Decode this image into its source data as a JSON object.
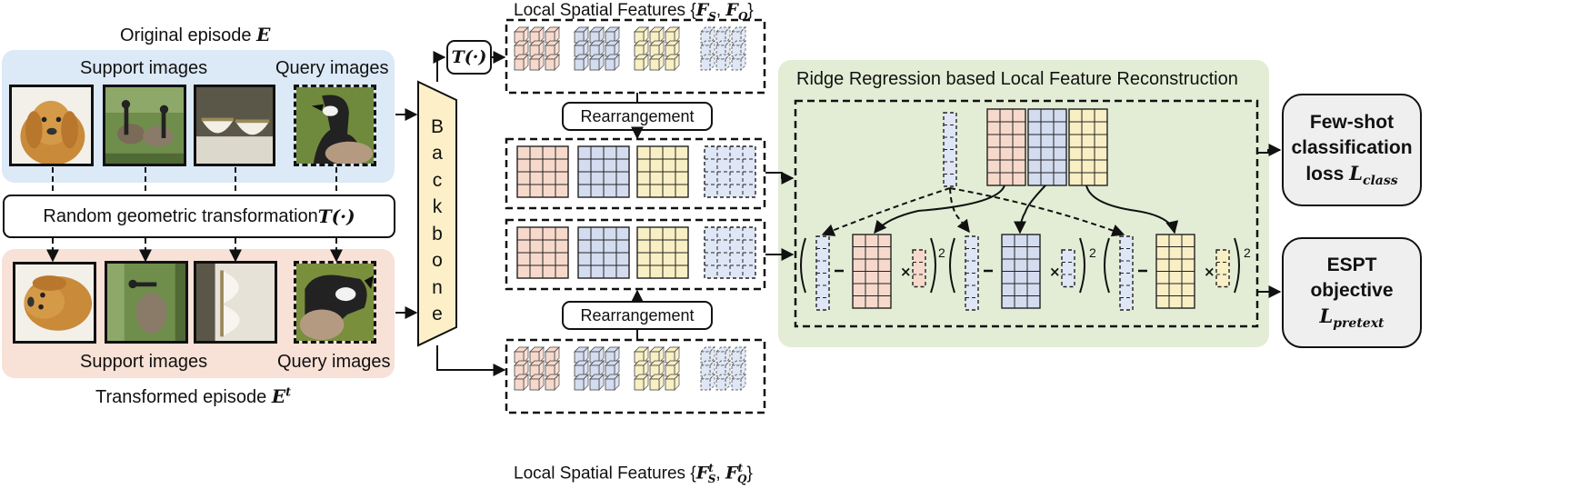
{
  "episode": {
    "original_title": "Original episode",
    "original_symbol": "E",
    "transformed_title": "Transformed episode",
    "transformed_symbol": "E",
    "transformed_sup": "t",
    "support_top": "Support images",
    "query_top": "Query images",
    "support_bottom": "Support images",
    "query_bottom": "Query images"
  },
  "transform_bar": {
    "text": "Random geometric transformation ",
    "symbol": "T(·)"
  },
  "t_box": "T(·)",
  "backbone_letters": [
    "B",
    "a",
    "c",
    "k",
    "b",
    "o",
    "n",
    "e"
  ],
  "features": {
    "top_label": "Local Spatial Features {",
    "top_symbols": "F",
    "top_s": "S",
    "top_q": "Q",
    "bottom_label": "Local Spatial Features {",
    "bottom_s": "S",
    "bottom_q": "Q",
    "bottom_t": "t"
  },
  "rearrangement_top": "Rearrangement",
  "rearrangement_bottom": "Rearrangement",
  "ridge": {
    "title": "Ridge Regression based Local Feature Reconstruction",
    "squared": "2"
  },
  "outputs": {
    "fewshot_line1": "Few-shot",
    "fewshot_line2": "classification",
    "fewshot_line3": "loss ",
    "fewshot_symbol": "L",
    "fewshot_sub": "class",
    "espt_line1": "ESPT",
    "espt_line2": "objective",
    "espt_symbol": "L",
    "espt_sub": "pretext"
  },
  "colors": {
    "blue_region": "#dce9f6",
    "peach_region": "#f8e1d6",
    "green_region": "#e3edd6",
    "backbone": "#fdf0c8",
    "pink": "#f7d9cc",
    "blue": "#d4dcf0",
    "yellow": "#f9efc4",
    "light_blue": "#dfe6f5"
  }
}
